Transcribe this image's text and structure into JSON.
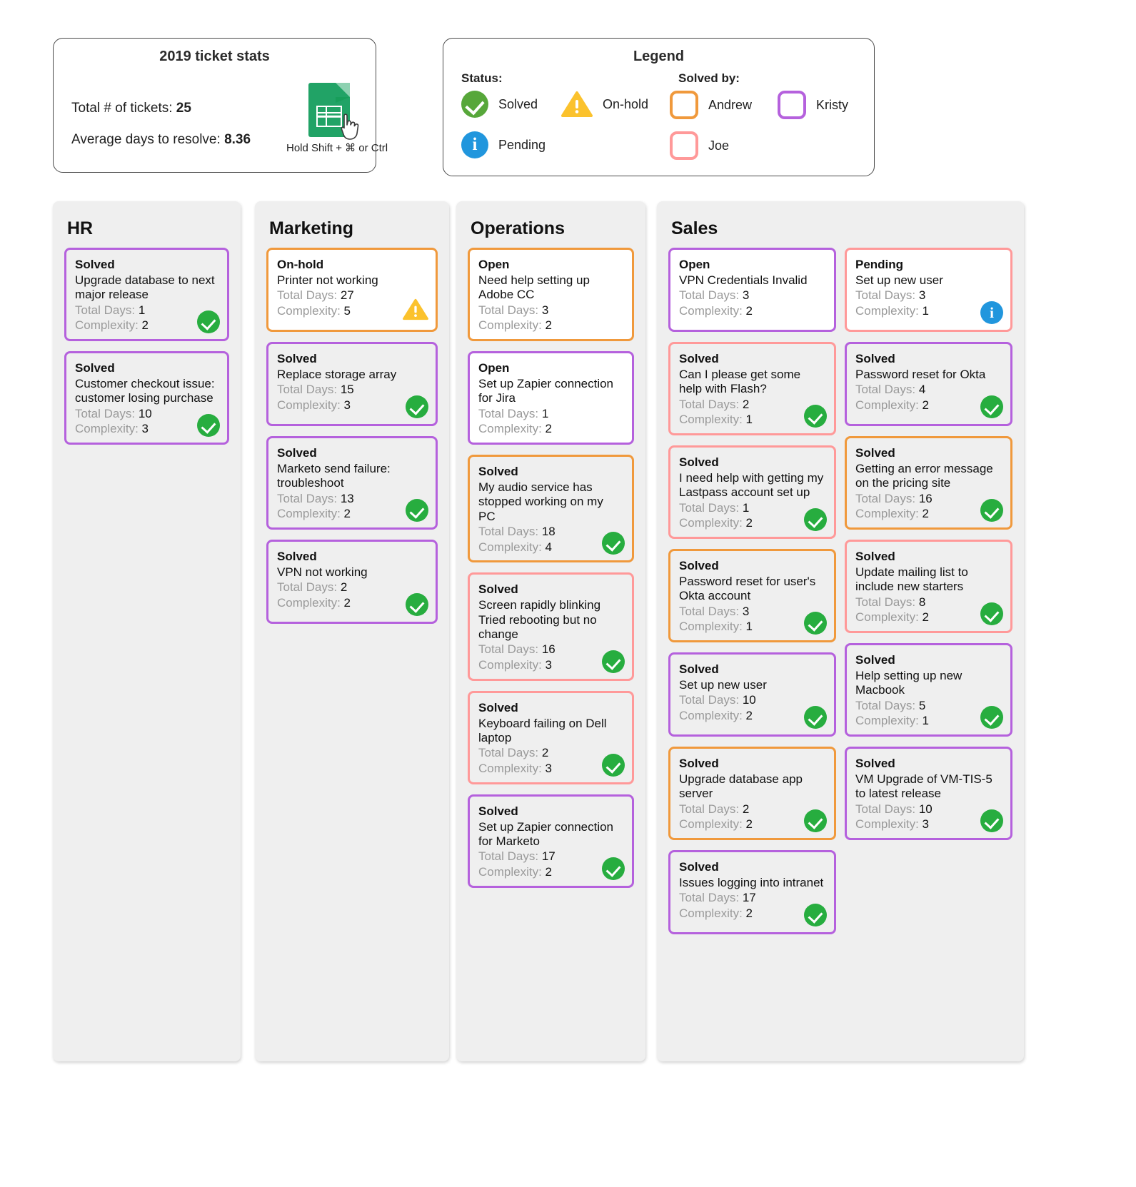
{
  "stats": {
    "title": "2019 ticket stats",
    "total_label": "Total # of tickets:",
    "total_value": "25",
    "avg_label": "Average days to resolve:",
    "avg_value": "8.36",
    "sheets_caption": "Hold Shift + ⌘ or Ctrl"
  },
  "legend": {
    "title": "Legend",
    "status_label": "Status:",
    "solved_by_label": "Solved by:",
    "status_items": [
      {
        "key": "solved",
        "label": "Solved",
        "icon": "check-circle-icon"
      },
      {
        "key": "onhold",
        "label": "On-hold",
        "icon": "warning-triangle-icon"
      },
      {
        "key": "pending",
        "label": "Pending",
        "icon": "info-circle-icon"
      }
    ],
    "people": [
      {
        "key": "andrew",
        "label": "Andrew",
        "color": "#f0993c"
      },
      {
        "key": "kristy",
        "label": "Kristy",
        "color": "#b561dd"
      },
      {
        "key": "joe",
        "label": "Joe",
        "color": "#ff9999"
      }
    ]
  },
  "labels": {
    "total_days": "Total Days:",
    "complexity": "Complexity:"
  },
  "colors": {
    "andrew": "#f0993c",
    "kristy": "#b561dd",
    "joe": "#ff9999",
    "solved": "#27ad3f",
    "pending": "#2196dd",
    "onhold": "#fbc02d",
    "column_bg": "#efefef"
  },
  "columns": [
    {
      "title": "HR",
      "layout": "single",
      "cards": [
        {
          "status": "Solved",
          "title": "Upgrade database to next major release",
          "total_days": "1",
          "complexity": "2",
          "owner": "kristy",
          "badge": "check"
        },
        {
          "status": "Solved",
          "title": "Customer checkout issue: customer losing purchase",
          "total_days": "10",
          "complexity": "3",
          "owner": "kristy",
          "badge": "check"
        }
      ]
    },
    {
      "title": "Marketing",
      "layout": "single",
      "cards": [
        {
          "status": "On-hold",
          "title": "Printer not working",
          "total_days": "27",
          "complexity": "5",
          "owner": "andrew",
          "badge": "warn",
          "white": true
        },
        {
          "status": "Solved",
          "title": "Replace storage array",
          "total_days": "15",
          "complexity": "3",
          "owner": "kristy",
          "badge": "check"
        },
        {
          "status": "Solved",
          "title": "Marketo send failure: troubleshoot",
          "total_days": "13",
          "complexity": "2",
          "owner": "kristy",
          "badge": "check"
        },
        {
          "status": "Solved",
          "title": "VPN not working",
          "total_days": "2",
          "complexity": "2",
          "owner": "kristy",
          "badge": "check"
        }
      ]
    },
    {
      "title": "Operations",
      "layout": "single",
      "cards": [
        {
          "status": "Open",
          "title": "Need help setting up Adobe CC",
          "total_days": "3",
          "complexity": "2",
          "owner": "andrew",
          "badge": "none",
          "white": true
        },
        {
          "status": "Open",
          "title": "Set up Zapier connection for Jira",
          "total_days": "1",
          "complexity": "2",
          "owner": "kristy",
          "badge": "none",
          "white": true
        },
        {
          "status": "Solved",
          "title": "My audio service has stopped working on my PC",
          "total_days": "18",
          "complexity": "4",
          "owner": "andrew",
          "badge": "check"
        },
        {
          "status": "Solved",
          "title": "Screen rapidly blinking Tried rebooting but no change",
          "total_days": "16",
          "complexity": "3",
          "owner": "joe",
          "badge": "check"
        },
        {
          "status": "Solved",
          "title": "Keyboard failing on Dell laptop",
          "total_days": "2",
          "complexity": "3",
          "owner": "joe",
          "badge": "check"
        },
        {
          "status": "Solved",
          "title": "Set up Zapier connection for Marketo",
          "total_days": "17",
          "complexity": "2",
          "owner": "kristy",
          "badge": "check"
        }
      ]
    },
    {
      "title": "Sales",
      "layout": "double",
      "cards_left": [
        {
          "status": "Open",
          "title": "VPN Credentials Invalid",
          "total_days": "3",
          "complexity": "2",
          "owner": "kristy",
          "badge": "none",
          "white": true
        },
        {
          "status": "Solved",
          "title": "Can I please get some help with Flash?",
          "total_days": "2",
          "complexity": "1",
          "owner": "joe",
          "badge": "check"
        },
        {
          "status": "Solved",
          "title": "I need help with getting my Lastpass account set up",
          "total_days": "1",
          "complexity": "2",
          "owner": "joe",
          "badge": "check"
        },
        {
          "status": "Solved",
          "title": "Password reset for user's Okta account",
          "total_days": "3",
          "complexity": "1",
          "owner": "andrew",
          "badge": "check"
        },
        {
          "status": "Solved",
          "title": "Set up new user",
          "total_days": "10",
          "complexity": "2",
          "owner": "kristy",
          "badge": "check"
        },
        {
          "status": "Solved",
          "title": "Upgrade database app server",
          "total_days": "2",
          "complexity": "2",
          "owner": "andrew",
          "badge": "check"
        },
        {
          "status": "Solved",
          "title": "Issues logging into intranet",
          "total_days": "17",
          "complexity": "2",
          "owner": "kristy",
          "badge": "check"
        }
      ],
      "cards_right": [
        {
          "status": "Pending",
          "title": "Set up new user",
          "total_days": "3",
          "complexity": "1",
          "owner": "joe",
          "badge": "info",
          "white": true
        },
        {
          "status": "Solved",
          "title": "Password reset for Okta",
          "total_days": "4",
          "complexity": "2",
          "owner": "kristy",
          "badge": "check"
        },
        {
          "status": "Solved",
          "title": "Getting an error message on the pricing site",
          "total_days": "16",
          "complexity": "2",
          "owner": "andrew",
          "badge": "check"
        },
        {
          "status": "Solved",
          "title": "Update mailing list to include new starters",
          "total_days": "8",
          "complexity": "2",
          "owner": "joe",
          "badge": "check"
        },
        {
          "status": "Solved",
          "title": "Help setting up new Macbook",
          "total_days": "5",
          "complexity": "1",
          "owner": "kristy",
          "badge": "check"
        },
        {
          "status": "Solved",
          "title": "VM Upgrade of VM-TIS-5 to latest release",
          "total_days": "10",
          "complexity": "3",
          "owner": "kristy",
          "badge": "check"
        }
      ]
    }
  ]
}
